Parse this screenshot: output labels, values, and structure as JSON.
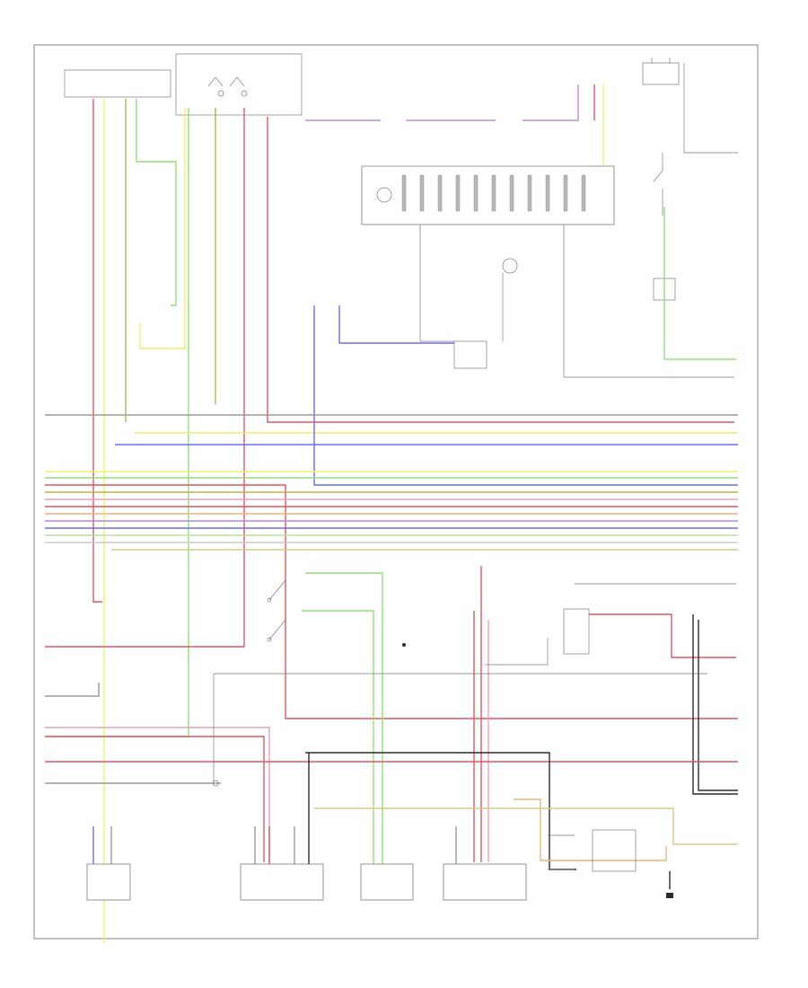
{
  "diagram": {
    "page_id": "",
    "colors": {
      "red": "#e0575f",
      "yellow": "#f2ee6e",
      "green": "#8fe07c",
      "blue": "#6a6af2",
      "pink": "#e89fbe",
      "violet": "#a98ae0",
      "light_green": "#b9e39a",
      "orange": "#f2b27a",
      "olive": "#b8b24a",
      "gray": "#9a9a9a",
      "black": "#2a2a2a",
      "tan": "#d9c88a"
    },
    "components": [
      {
        "id": "top-left-connector",
        "label": ""
      },
      {
        "id": "ignition-relay-box",
        "label": ""
      },
      {
        "id": "top-right-fuse",
        "label": ""
      },
      {
        "id": "center-module",
        "label": ""
      },
      {
        "id": "left-sensor",
        "label": ""
      },
      {
        "id": "oxygen-sensor-left",
        "label": ""
      },
      {
        "id": "center-sensor",
        "label": ""
      },
      {
        "id": "oxygen-sensor-right",
        "label": ""
      },
      {
        "id": "right-relay",
        "label": ""
      },
      {
        "id": "right-ground",
        "label": ""
      }
    ]
  }
}
